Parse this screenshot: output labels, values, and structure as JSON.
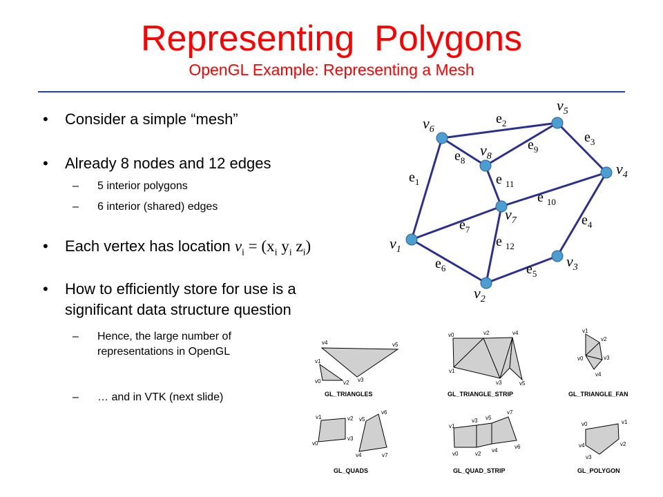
{
  "title": "Representing  Polygons",
  "subtitle": "OpenGL Example: Representing a Mesh",
  "bullets": {
    "b1": "Consider a simple “mesh”",
    "b2": "Already 8 nodes and 12 edges",
    "b2_sub1": "5 interior polygons",
    "b2_sub2": "6 interior (shared) edges",
    "b3_prefix": "Each vertex has location ",
    "b3_formula_v": "v",
    "b3_formula_vi": "i",
    "b3_formula_mid": " = (x",
    "b3_formula_xi": "i",
    "b3_formula_y": " y",
    "b3_formula_yi": "i",
    "b3_formula_z": " z",
    "b3_formula_zi": "i",
    "b3_formula_end": ")",
    "b4_line1": "How to efficiently store for use is a",
    "b4_line2": "significant data structure question",
    "b4_sub1_line1": "Hence, the large number of",
    "b4_sub1_line2": "representations in OpenGL",
    "b4_sub2": "… and in VTK (next slide)"
  },
  "dash": "–",
  "bullet_glyph": "•",
  "mesh": {
    "vertex_labels": {
      "v1": [
        "v",
        "1"
      ],
      "v2": [
        "v",
        "2"
      ],
      "v3": [
        "v",
        "3"
      ],
      "v4": [
        "v",
        "4"
      ],
      "v5": [
        "v",
        "5"
      ],
      "v6": [
        "v",
        "6"
      ],
      "v7": [
        "v",
        "7"
      ],
      "v8": [
        "v",
        "8"
      ]
    },
    "edge_labels": {
      "e1": [
        "e",
        "1"
      ],
      "e2": [
        "e",
        "2"
      ],
      "e3": [
        "e",
        "3"
      ],
      "e4": [
        "e",
        "4"
      ],
      "e5": [
        "e",
        "5"
      ],
      "e6": [
        "e",
        "6"
      ],
      "e7": [
        "e",
        "7"
      ],
      "e8": [
        "e",
        "8"
      ],
      "e9": [
        "e",
        "9"
      ],
      "e10": [
        "e ",
        "10"
      ],
      "e11": [
        "e ",
        "11"
      ],
      "e12": [
        "e ",
        "12"
      ]
    },
    "edge_color": "#2b2f8f",
    "vertex_color": "#4a9fd0"
  },
  "primitives": {
    "triangles": "GL_TRIANGLES",
    "triangle_strip": "GL_TRIANGLE_STRIP",
    "triangle_fan": "GL_TRIANGLE_FAN",
    "quads": "GL_QUADS",
    "quad_strip": "GL_QUAD_STRIP",
    "polygon": "GL_POLYGON",
    "fill_color": "#d0d0d0"
  }
}
